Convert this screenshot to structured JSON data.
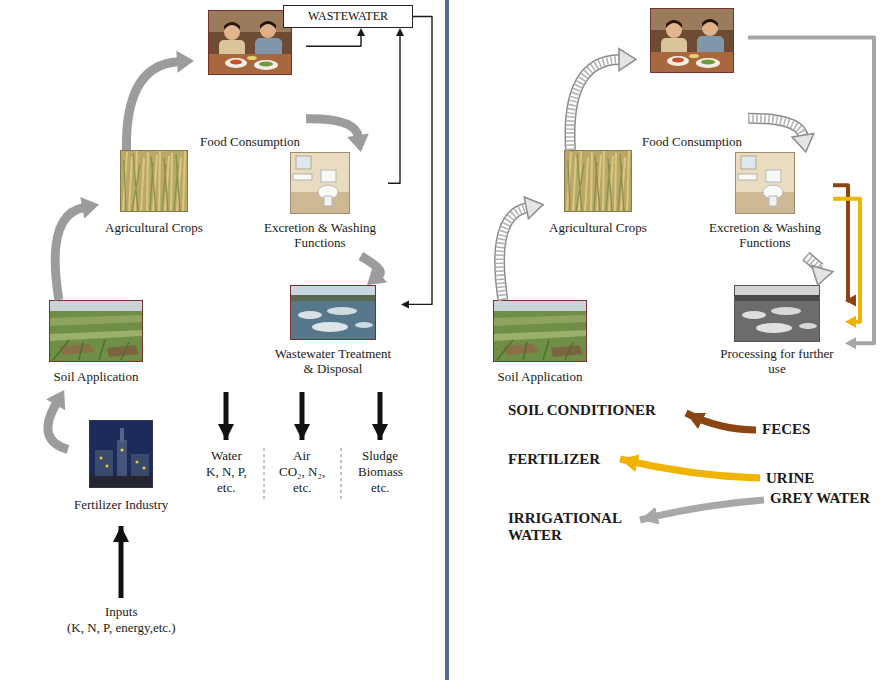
{
  "diagram": {
    "nodes": [
      {
        "text": [
          "WASTEWATER"
        ]
      },
      {
        "text": [
          "Food Consumption"
        ]
      },
      {
        "text": [
          "Agricultural Crops"
        ]
      },
      {
        "text": [
          "Excretion & Washing Functions"
        ]
      },
      {
        "text": [
          "Soil Application"
        ]
      },
      {
        "text": [
          "Wastewater Treatment & Disposal"
        ]
      },
      {
        "text": [
          "Fertilizer Industry"
        ]
      },
      {
        "text": [
          "Food Consumption"
        ]
      },
      {
        "text": [
          "Agricultural Crops"
        ]
      },
      {
        "text": [
          "Excretion & Washing Functions"
        ]
      },
      {
        "text": [
          "Soil Application"
        ]
      },
      {
        "text": [
          "Processing for further use"
        ]
      }
    ],
    "edges": [
      {
        "from": 1,
        "to": 0,
        "arrow": "to"
      },
      {
        "from": 3,
        "to": 0,
        "arrow": "to"
      },
      {
        "from": 0,
        "to": 5,
        "arrow": "to"
      },
      {
        "from": 1,
        "to": 3,
        "arrow": "to"
      },
      {
        "from": 3,
        "to": 5,
        "arrow": "to"
      },
      {
        "from": 6,
        "to": 4,
        "arrow": "to"
      },
      {
        "from": 4,
        "to": 2,
        "arrow": "to"
      },
      {
        "from": 2,
        "to": 1,
        "arrow": "to"
      },
      {
        "from": 7,
        "to": 9,
        "arrow": "to"
      },
      {
        "from": 9,
        "to": 11,
        "arrow": "to"
      },
      {
        "from": 10,
        "to": 8,
        "arrow": "to"
      },
      {
        "from": 8,
        "to": 7,
        "arrow": "to"
      },
      {
        "from": 7,
        "to": 11,
        "arrow": "to"
      },
      {
        "from": 9,
        "to": 11,
        "arrow": "to"
      },
      {
        "from": 9,
        "to": 11,
        "arrow": "to"
      }
    ],
    "labels": [
      "Water",
      "K, N, P,",
      "etc.",
      "Air",
      "CO₂, N₂,",
      "etc.",
      "Sludge",
      "Biomass",
      "etc.",
      "Inputs",
      "(K, N, P, energy,etc.)",
      "SOIL CONDITIONER",
      "FECES",
      "FERTILIZER",
      "URINE",
      "IRRIGATIONAL WATER",
      "GREY WATER"
    ]
  }
}
